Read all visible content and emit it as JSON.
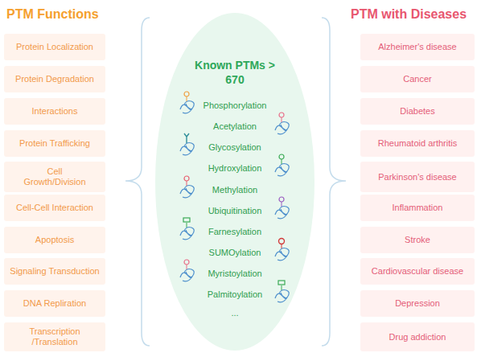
{
  "diagram": {
    "nodes": [
      {
        "text": [
          "Protein Localization"
        ]
      },
      {
        "text": [
          "Protein Degradation"
        ]
      },
      {
        "text": [
          "Interactions"
        ]
      },
      {
        "text": [
          "Protein Trafficking"
        ]
      },
      {
        "text": [
          "Cell Growth/Division"
        ]
      },
      {
        "text": [
          "Cell-Cell Interaction"
        ]
      },
      {
        "text": [
          "Apoptosis"
        ]
      },
      {
        "text": [
          "Signaling Transduction"
        ]
      },
      {
        "text": [
          "DNA Repliration"
        ]
      },
      {
        "text": [
          "Transcription /Translation"
        ]
      },
      {
        "text": [
          "Known PTMs > 670",
          "Phosphorylation",
          "Acetylation",
          "Glycosylation",
          "Hydroxylation",
          "Methylation",
          "Ubiquitination",
          "Farnesylation",
          "SUMOylation",
          "Myristoylation",
          "Palmitoylation",
          "..."
        ]
      },
      {
        "text": [
          "Alzheimer's disease"
        ]
      },
      {
        "text": [
          "Cancer"
        ]
      },
      {
        "text": [
          "Diabetes"
        ]
      },
      {
        "text": [
          "Rheumatoid arthritis"
        ]
      },
      {
        "text": [
          "Parkinson's disease"
        ]
      },
      {
        "text": [
          "Inflammation"
        ]
      },
      {
        "text": [
          "Stroke"
        ]
      },
      {
        "text": [
          "Cardiovascular disease"
        ]
      },
      {
        "text": [
          "Depression"
        ]
      },
      {
        "text": [
          "Drug addiction"
        ]
      }
    ],
    "labels": [
      "PTM Functions",
      "PTM with Diseases"
    ]
  }
}
